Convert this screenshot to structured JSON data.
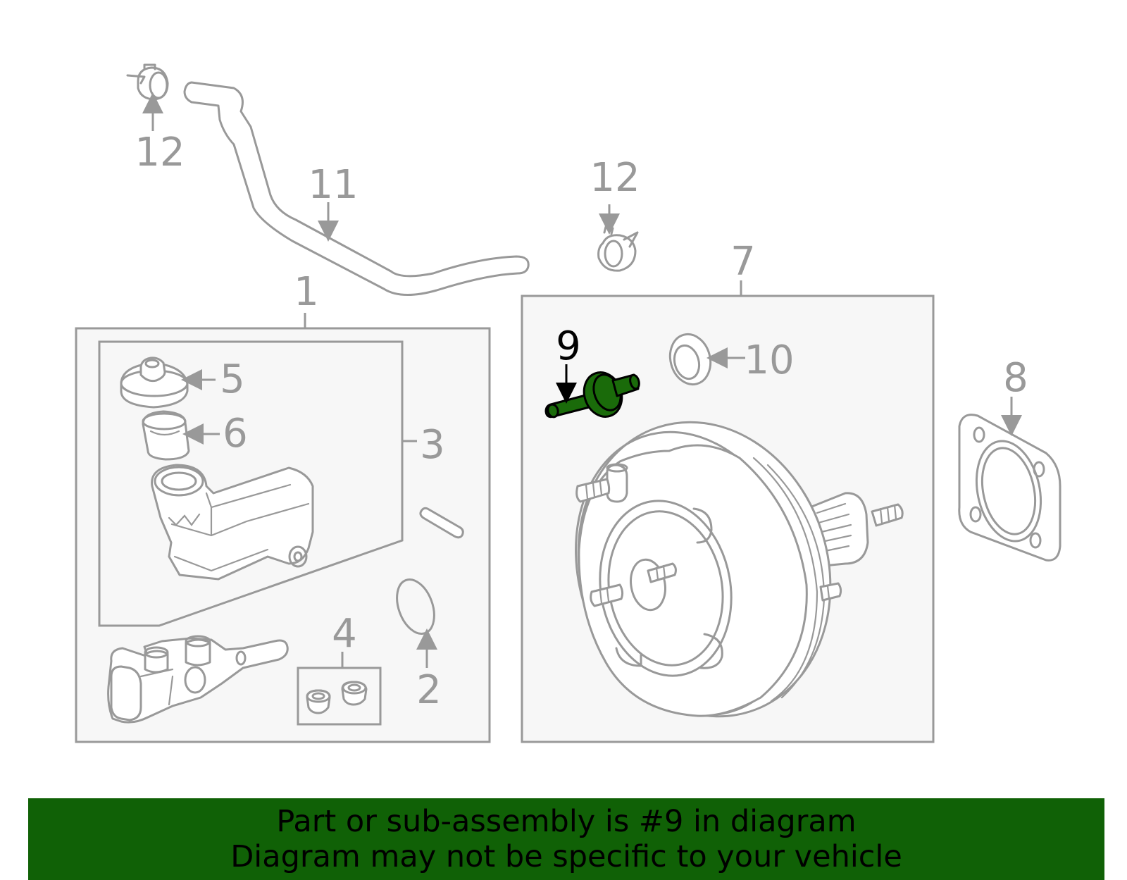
{
  "diagram": {
    "highlight_color": "#1a6b0a",
    "part_stroke_color": "#999999",
    "callouts": {
      "c1": "1",
      "c2": "2",
      "c3": "3",
      "c4": "4",
      "c5": "5",
      "c6": "6",
      "c7": "7",
      "c8": "8",
      "c9": "9",
      "c10": "10",
      "c11": "11",
      "c12a": "12",
      "c12b": "12"
    },
    "highlighted_part": "9"
  },
  "banner": {
    "color": "#106106",
    "line1": "Part or sub-assembly is #9 in diagram",
    "line2": "Diagram may not be specific to your vehicle"
  }
}
